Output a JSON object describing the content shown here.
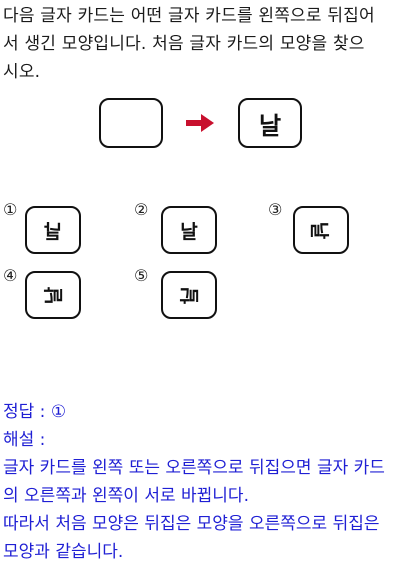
{
  "question": {
    "line1": "다음 글자 카드는 어떤 글자 카드를 왼쪽으로 뒤집어",
    "line2": "서 생긴 모양입니다. 처음 글자 카드의 모양을 찾으",
    "line3": "시오."
  },
  "figure": {
    "blank_card": "",
    "arrow_icon": "right-arrow-icon",
    "result_card": "날"
  },
  "options": [
    {
      "number": "①",
      "glyph": "날"
    },
    {
      "number": "②",
      "glyph": "날"
    },
    {
      "number": "③",
      "glyph": "날"
    },
    {
      "number": "④",
      "glyph": "날"
    },
    {
      "number": "⑤",
      "glyph": "날"
    }
  ],
  "answer": {
    "line1": "정답 : ①",
    "line2": "해설 :",
    "line3": "글자 카드를 왼쪽 또는 오른쪽으로 뒤집으면 글자 카드",
    "line4": "의 오른쪽과 왼쪽이 서로 바뀝니다.",
    "line5": "따라서 처음 모양은 뒤집은 모양을 오른쪽으로 뒤집은",
    "line6": "모양과 같습니다."
  },
  "colors": {
    "answer_text": "#1f1fd4",
    "arrow": "#c8102e"
  }
}
